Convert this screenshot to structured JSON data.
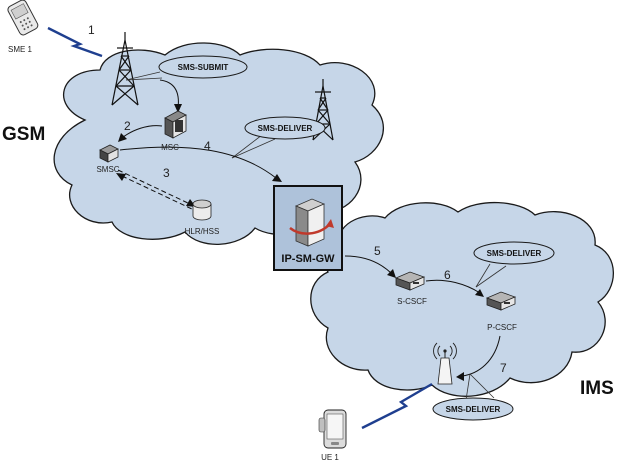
{
  "regions": {
    "gsm": "GSM",
    "ims": "IMS"
  },
  "nodes": {
    "sme1": "SME 1",
    "msc": "MSC",
    "smsc": "SMSC",
    "hlr_hss": "HLR/HSS",
    "ip_sm_gw": "IP-SM-GW",
    "s_cscf": "S-CSCF",
    "p_cscf": "P-CSCF",
    "ue1": "UE 1"
  },
  "messages": {
    "submit": "SMS-SUBMIT",
    "deliver_gsm": "SMS-DELIVER",
    "deliver_ims": "SMS-DELIVER",
    "deliver_radio": "SMS-DELIVER"
  },
  "steps": [
    "1",
    "2",
    "3",
    "4",
    "5",
    "6",
    "7"
  ],
  "colors": {
    "cloud_fill": "#c6d6e8",
    "cloud_stroke": "#1a1a1a",
    "bubble_fill": "#c6d6e8",
    "gateway_bg": "#aec2da",
    "lightning": "#1f3f8f"
  },
  "icons": [
    "phone-icon",
    "antenna-tower-icon",
    "msc-switch-icon",
    "smsc-server-icon",
    "database-icon",
    "gateway-server-icon",
    "router-icon",
    "base-station-icon",
    "handset-icon",
    "lightning-icon"
  ]
}
